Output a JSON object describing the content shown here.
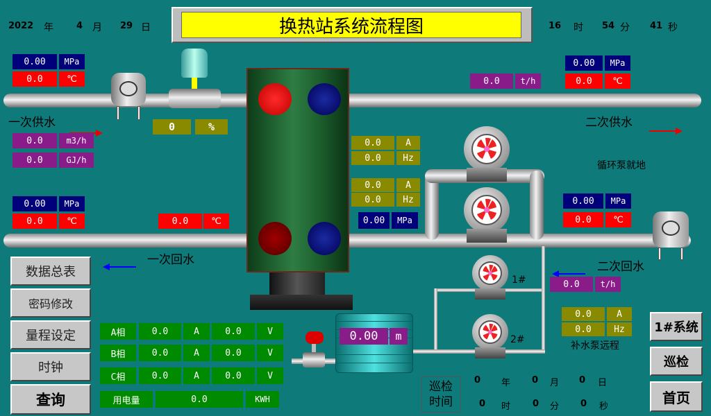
{
  "header": {
    "title": "换热站系统流程图",
    "date": {
      "year": "2022",
      "year_unit": "年",
      "month": "4",
      "month_unit": "月",
      "day": "29",
      "day_unit": "日"
    },
    "time": {
      "hour": "16",
      "hour_unit": "时",
      "minute": "54",
      "minute_unit": "分",
      "second": "41",
      "second_unit": "秒"
    }
  },
  "primary_supply": {
    "pressure": "0.00",
    "pressure_unit": "MPa",
    "temp": "0.0",
    "temp_unit": "℃",
    "label": "一次供水",
    "flow": "0.0",
    "flow_unit": "m3/h",
    "heat": "0.0",
    "heat_unit": "GJ/h",
    "valve_open": "0",
    "valve_unit": "%"
  },
  "primary_return": {
    "pressure": "0.00",
    "pressure_unit": "MPa",
    "temp": "0.0",
    "temp_unit": "℃",
    "label": "一次回水",
    "temp2": "0.0",
    "temp2_unit": "℃"
  },
  "secondary_supply": {
    "flow": "0.0",
    "flow_unit": "t/h",
    "pressure": "0.00",
    "pressure_unit": "MPa",
    "temp": "0.0",
    "temp_unit": "℃",
    "label": "二次供水"
  },
  "secondary_return": {
    "pressure": "0.00",
    "pressure_unit": "MPa",
    "temp": "0.0",
    "temp_unit": "℃",
    "label": "二次回水",
    "flow": "0.0",
    "flow_unit": "t/h"
  },
  "circ_pumps": {
    "p1_current": "0.0",
    "p1_current_unit": "A",
    "p1_freq": "0.0",
    "p1_freq_unit": "Hz",
    "p2_current": "0.0",
    "p2_current_unit": "A",
    "p2_freq": "0.0",
    "p2_freq_unit": "Hz",
    "mode": "循环泵就地",
    "diff_pressure": "0.00",
    "diff_pressure_unit": "MPa"
  },
  "makeup_pumps": {
    "current": "0.0",
    "current_unit": "A",
    "freq": "0.0",
    "freq_unit": "Hz",
    "mode": "补水泵远程",
    "pump1": "1#",
    "pump2": "2#"
  },
  "tank": {
    "level": "0.00",
    "level_unit": "m"
  },
  "electrical": {
    "rows": [
      {
        "phase": "A相",
        "current": "0.0",
        "current_unit": "A",
        "voltage": "0.0",
        "voltage_unit": "V"
      },
      {
        "phase": "B相",
        "current": "0.0",
        "current_unit": "A",
        "voltage": "0.0",
        "voltage_unit": "V"
      },
      {
        "phase": "C相",
        "current": "0.0",
        "current_unit": "A",
        "voltage": "0.0",
        "voltage_unit": "V"
      }
    ],
    "energy_label": "用电量",
    "energy": "0.0",
    "energy_unit": "KWH"
  },
  "inspection": {
    "label_line1": "巡检",
    "label_line2": "时间",
    "year": "0",
    "year_unit": "年",
    "month": "0",
    "month_unit": "月",
    "day": "0",
    "day_unit": "日",
    "hour": "0",
    "hour_unit": "时",
    "minute": "0",
    "minute_unit": "分",
    "second": "0",
    "second_unit": "秒"
  },
  "left_menu": [
    "数据总表",
    "密码修改",
    "量程设定",
    "时钟",
    "查询"
  ],
  "right_menu": [
    "1#系统",
    "巡检",
    "首页"
  ],
  "colors": {
    "background": "#0e7a7a",
    "title_bg": "#ffff00",
    "hx_body": "#1f5f2f"
  }
}
